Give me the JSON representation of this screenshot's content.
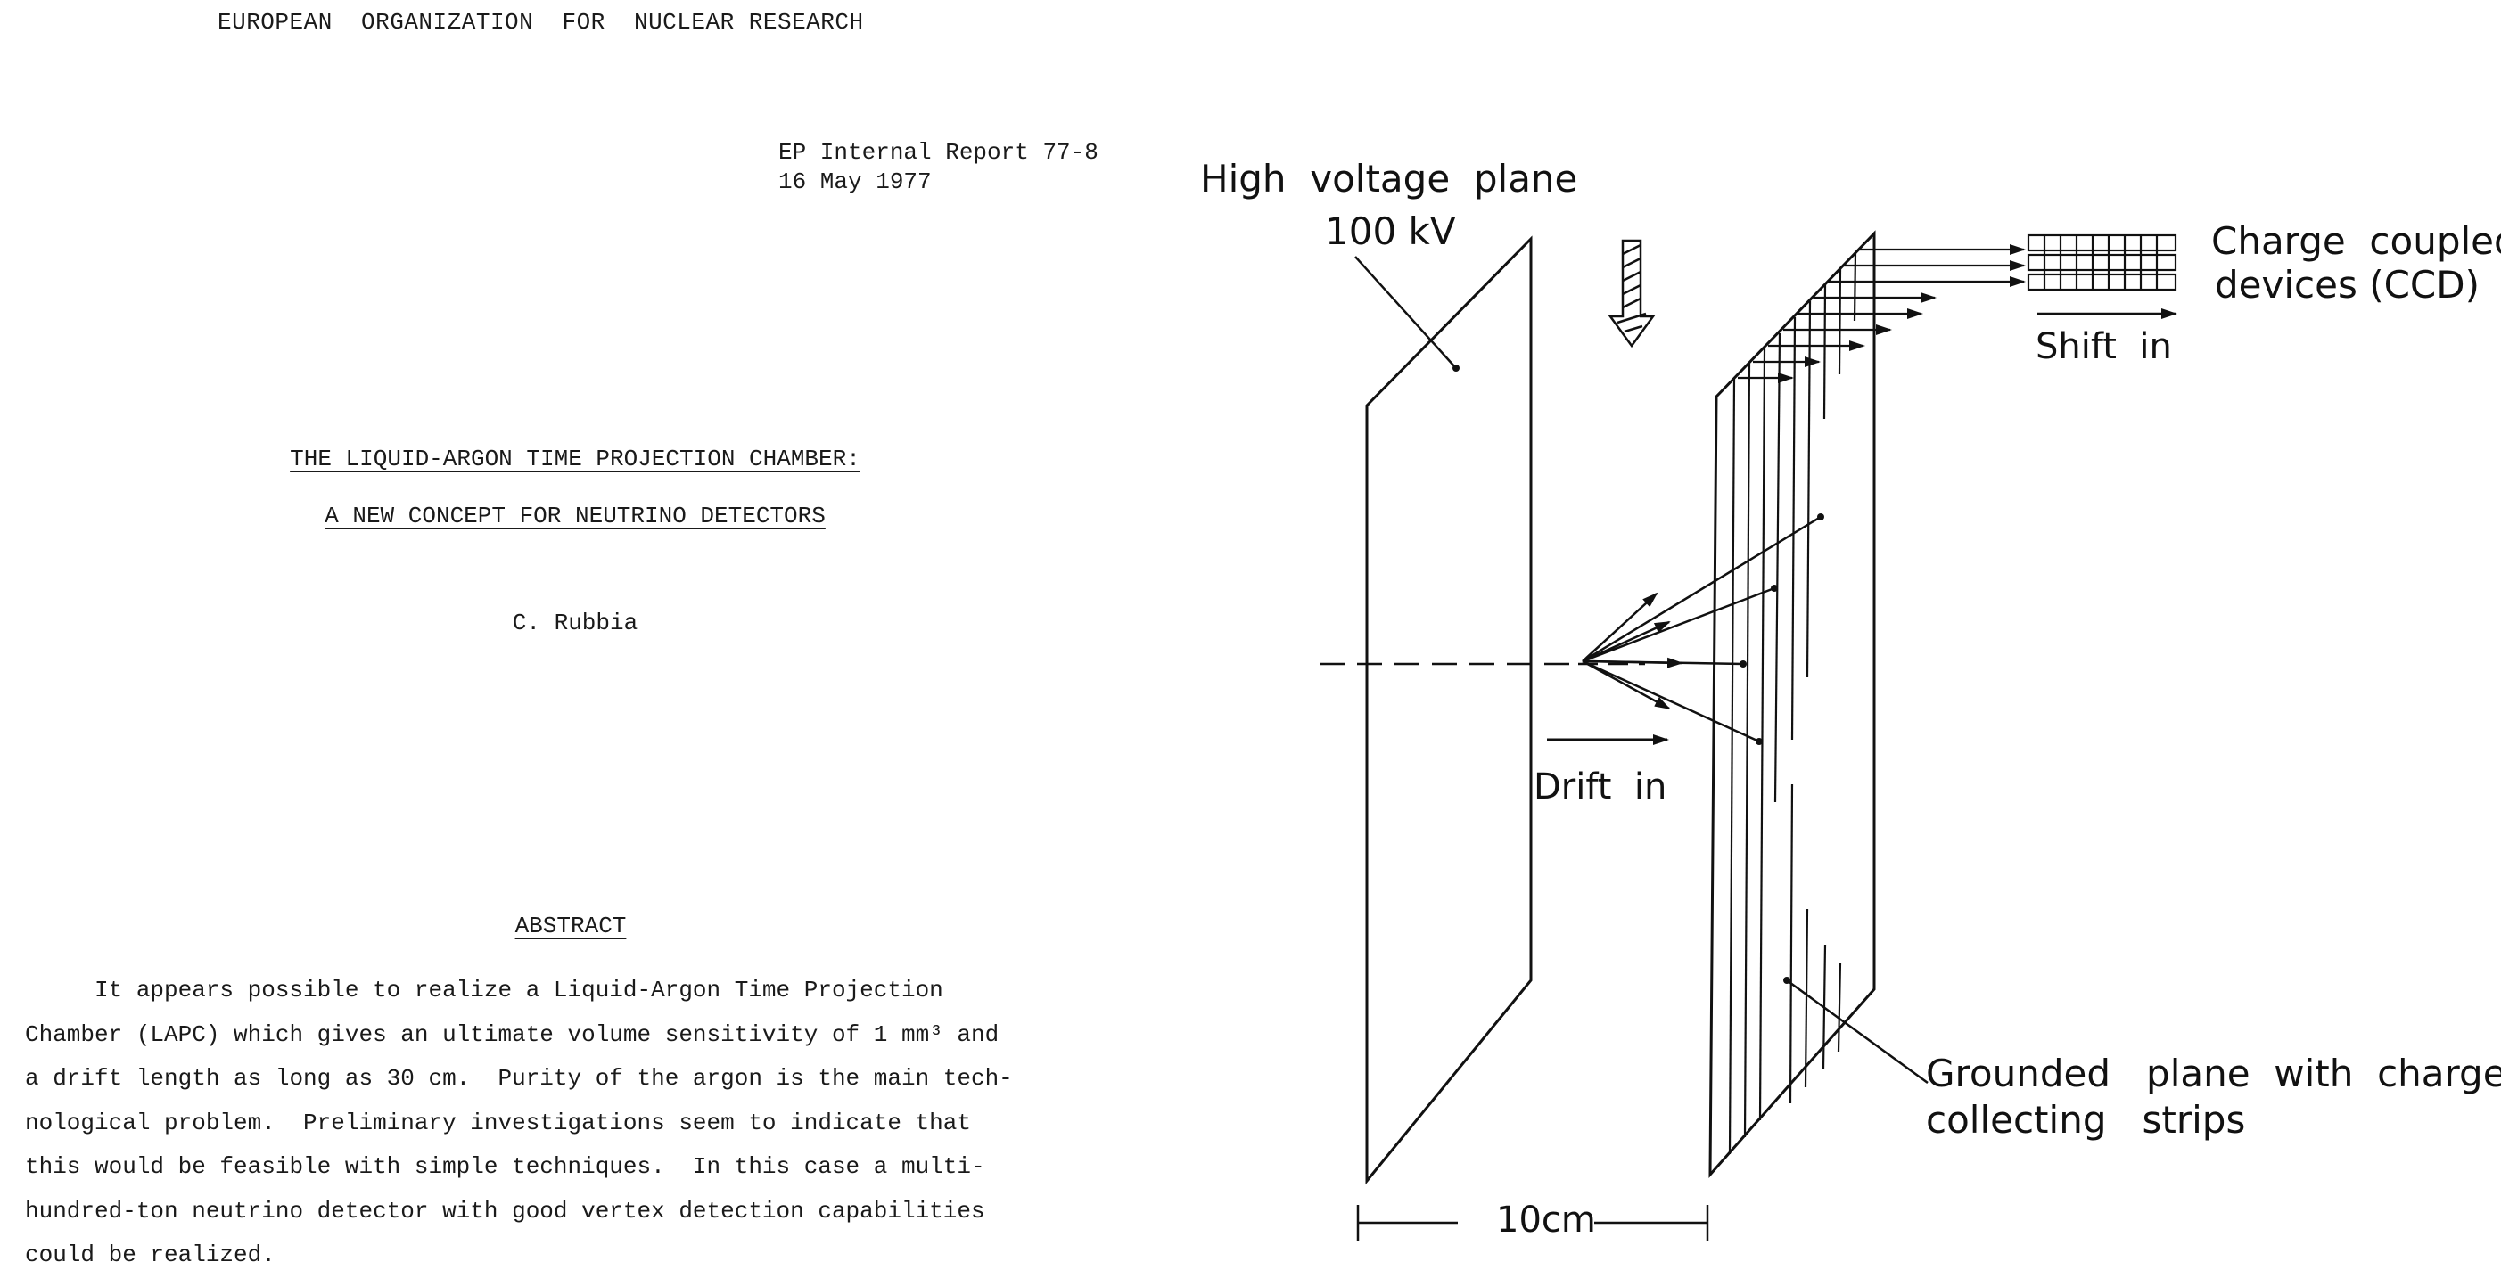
{
  "header": {
    "organization": "EUROPEAN  ORGANIZATION  FOR  NUCLEAR RESEARCH",
    "report_number": "EP Internal Report 77-8",
    "date": "16 May 1977"
  },
  "paper": {
    "title_line1": "THE LIQUID-ARGON TIME PROJECTION CHAMBER:",
    "title_line2": "A NEW CONCEPT FOR NEUTRINO DETECTORS",
    "author": "C. Rubbia"
  },
  "abstract": {
    "heading": "ABSTRACT",
    "lines": [
      "     It appears possible to realize a Liquid-Argon Time Projection",
      "Chamber (LAPC) which gives an ultimate volume sensitivity of 1 mm³ and",
      "a drift length as long as 30 cm.  Purity of the argon is the main tech-",
      "nological problem.  Preliminary investigations seem to indicate that",
      "this would be feasible with simple techniques.  In this case a multi-",
      "hundred-ton neutrino detector with good vertex detection capabilities",
      "could be realized."
    ]
  },
  "figure": {
    "hv_plane_label": "High  voltage  plane",
    "hv_voltage": "100 kV",
    "ccd_label_line1": "Charge  coupled",
    "ccd_label_line2": "devices (CCD)",
    "shift_label": "Shift  in",
    "drift_label": "Drift  in",
    "grounded_label_line1": "Grounded   plane  with  charge",
    "grounded_label_line2": "collecting   strips",
    "dimension_label": "10cm"
  }
}
